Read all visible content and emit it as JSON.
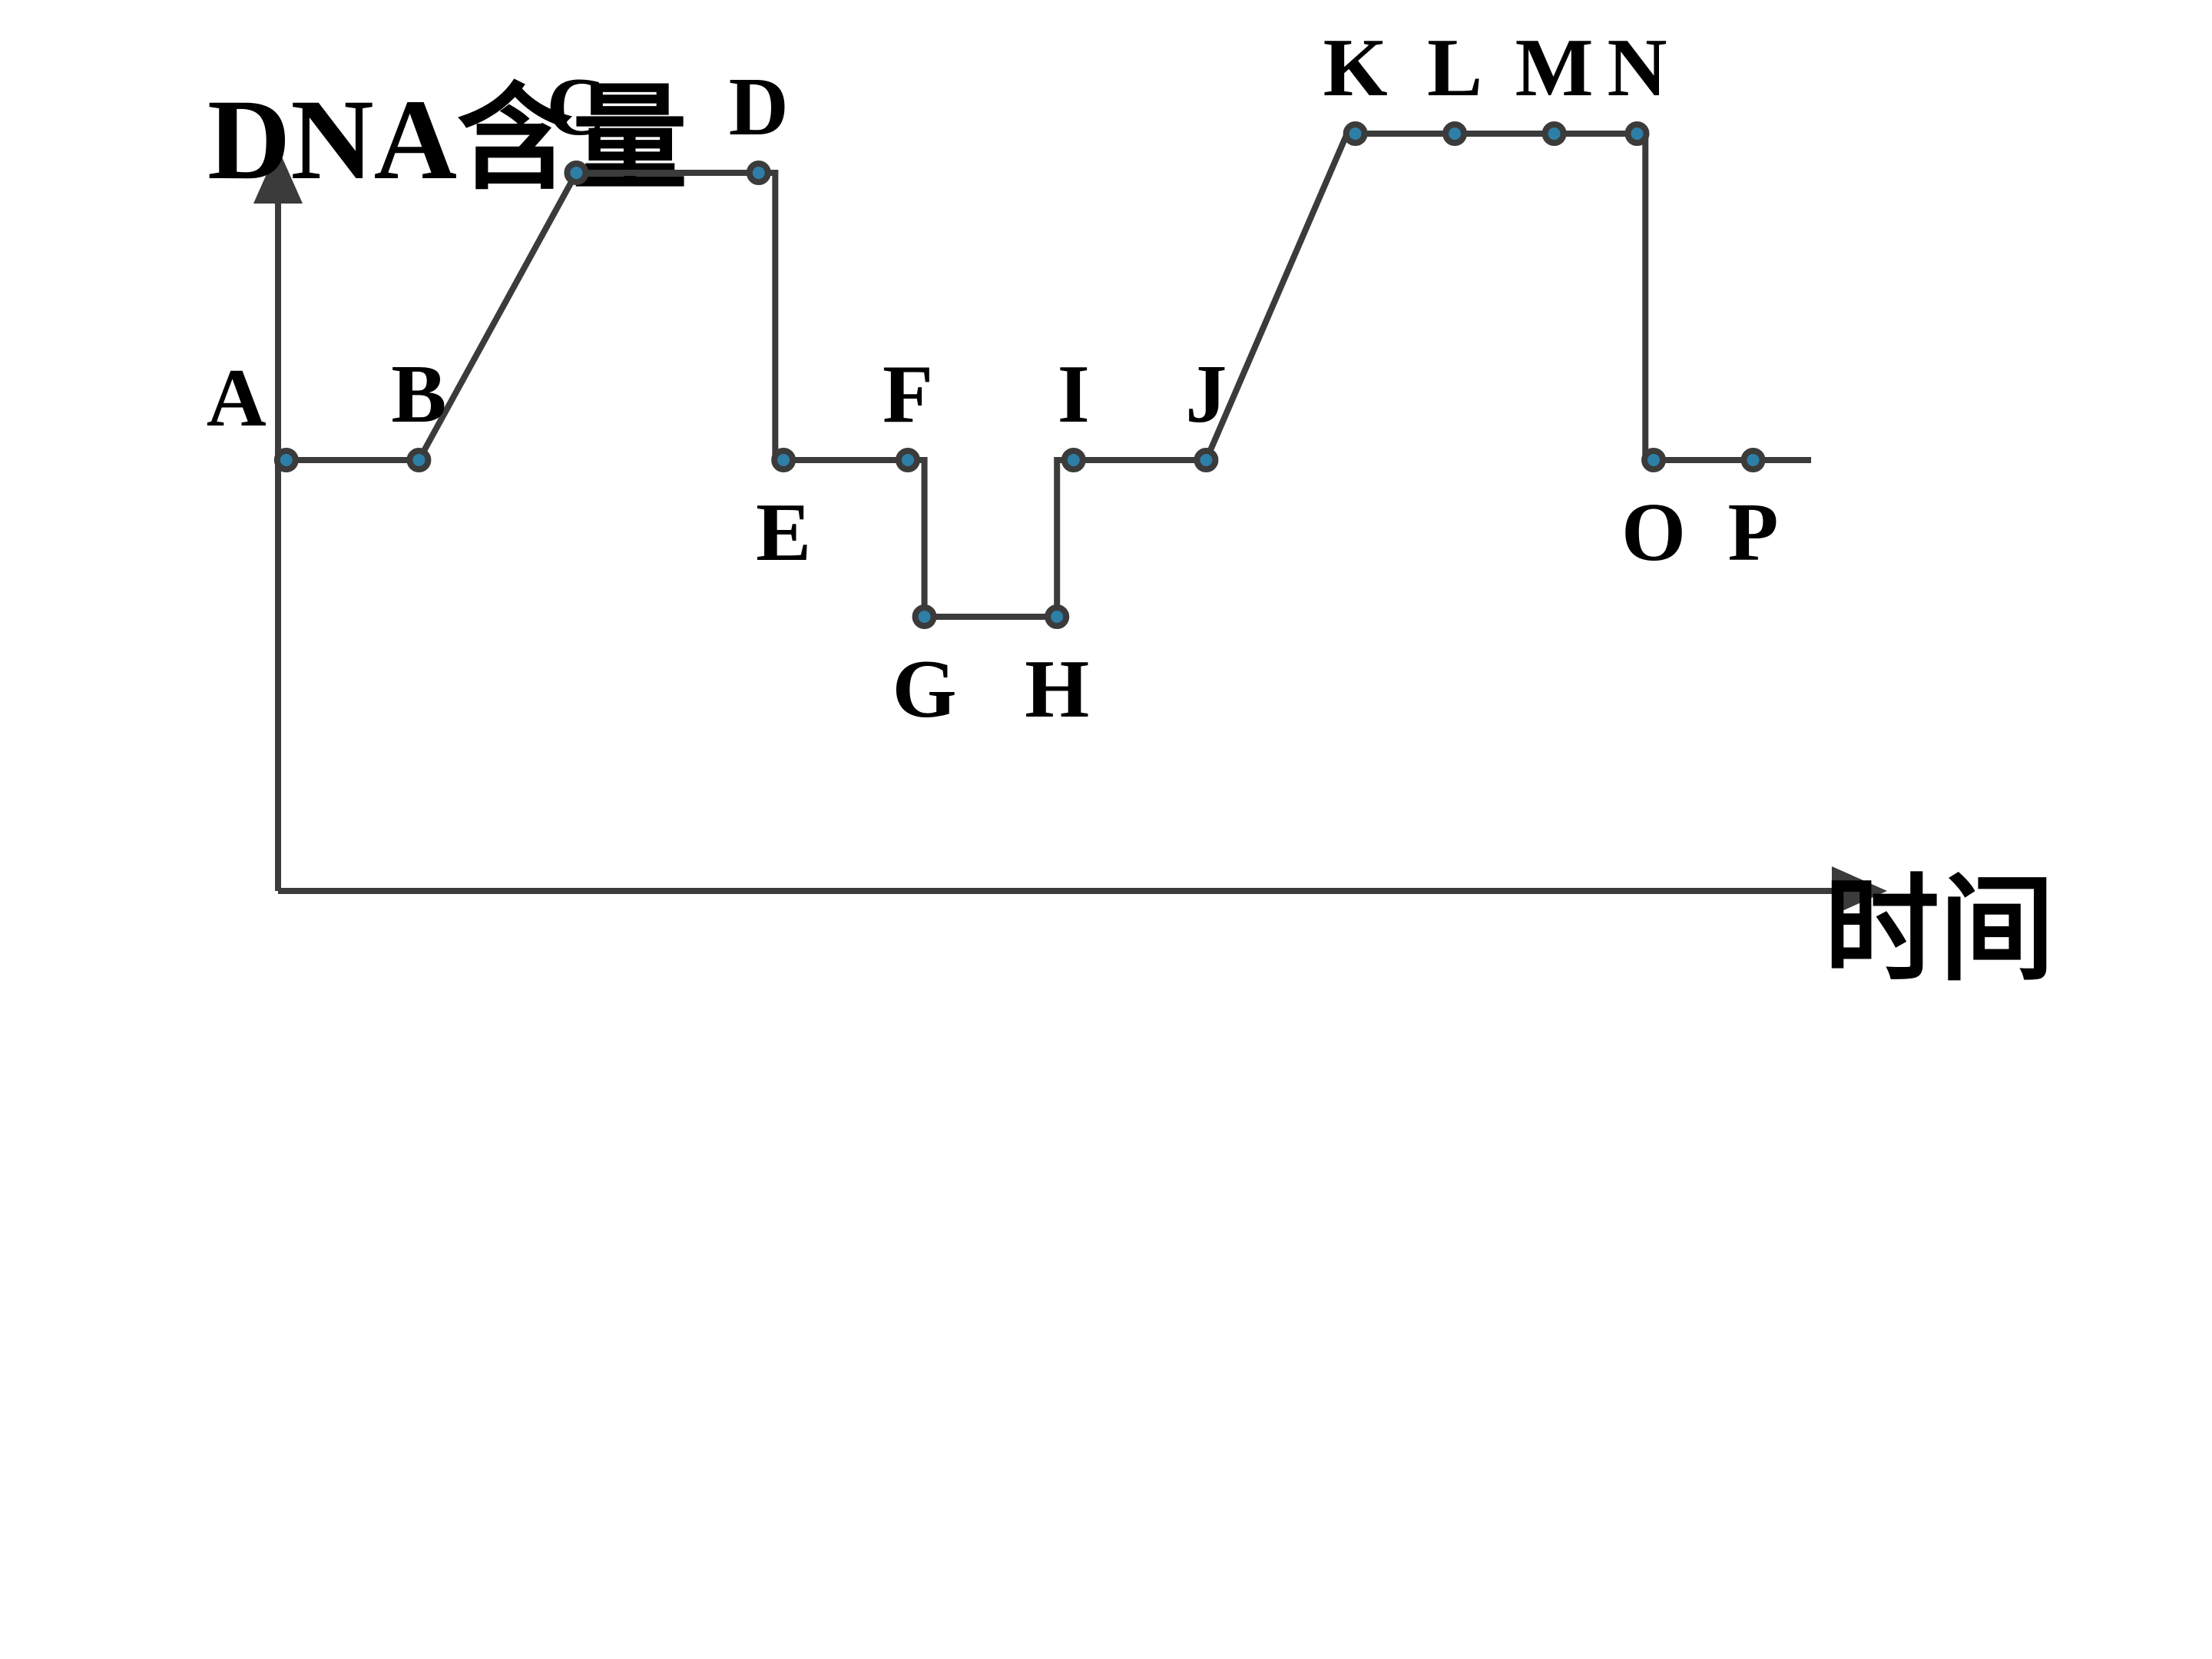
{
  "chart_data": {
    "type": "line",
    "title": "",
    "ylabel": "DNA含量",
    "xlabel": "时间",
    "grid": false,
    "legend": "none",
    "colors": {
      "line": "#3b3b3b",
      "axis": "#3b3b3b",
      "marker_fill": "#2e7fa8",
      "marker_stroke": "#3b3b3b",
      "text": "#000000"
    },
    "xlim": [
      0,
      19
    ],
    "ylim": [
      0,
      6
    ],
    "series": [
      {
        "points": [
          {
            "x": 0.1,
            "y": 3.3
          },
          {
            "x": 1.7,
            "y": 3.3
          },
          {
            "x": 3.6,
            "y": 5.5
          },
          {
            "x": 6.0,
            "y": 5.5
          },
          {
            "x": 6.0,
            "y": 3.3
          },
          {
            "x": 7.8,
            "y": 3.3
          },
          {
            "x": 7.8,
            "y": 2.1
          },
          {
            "x": 9.4,
            "y": 2.1
          },
          {
            "x": 9.4,
            "y": 3.3
          },
          {
            "x": 11.2,
            "y": 3.3
          },
          {
            "x": 12.9,
            "y": 5.8
          },
          {
            "x": 16.5,
            "y": 5.8
          },
          {
            "x": 16.5,
            "y": 3.3
          },
          {
            "x": 18.5,
            "y": 3.3
          }
        ]
      }
    ],
    "labeled_points": [
      {
        "label": "A",
        "x": 0.1,
        "y": 3.3,
        "label_pos": "upper-left"
      },
      {
        "label": "B",
        "x": 1.7,
        "y": 3.3,
        "label_pos": "above"
      },
      {
        "label": "C",
        "x": 3.6,
        "y": 5.5,
        "label_pos": "above"
      },
      {
        "label": "D",
        "x": 5.8,
        "y": 5.5,
        "label_pos": "above"
      },
      {
        "label": "E",
        "x": 6.1,
        "y": 3.3,
        "label_pos": "below"
      },
      {
        "label": "F",
        "x": 7.6,
        "y": 3.3,
        "label_pos": "above"
      },
      {
        "label": "G",
        "x": 7.8,
        "y": 2.1,
        "label_pos": "below"
      },
      {
        "label": "H",
        "x": 9.4,
        "y": 2.1,
        "label_pos": "below"
      },
      {
        "label": "I",
        "x": 9.6,
        "y": 3.3,
        "label_pos": "above"
      },
      {
        "label": "J",
        "x": 11.2,
        "y": 3.3,
        "label_pos": "above"
      },
      {
        "label": "K",
        "x": 13.0,
        "y": 5.8,
        "label_pos": "above"
      },
      {
        "label": "L",
        "x": 14.2,
        "y": 5.8,
        "label_pos": "above"
      },
      {
        "label": "M",
        "x": 15.4,
        "y": 5.8,
        "label_pos": "above"
      },
      {
        "label": "N",
        "x": 16.4,
        "y": 5.8,
        "label_pos": "above"
      },
      {
        "label": "O",
        "x": 16.6,
        "y": 3.3,
        "label_pos": "below"
      },
      {
        "label": "P",
        "x": 17.8,
        "y": 3.3,
        "label_pos": "below"
      }
    ]
  }
}
